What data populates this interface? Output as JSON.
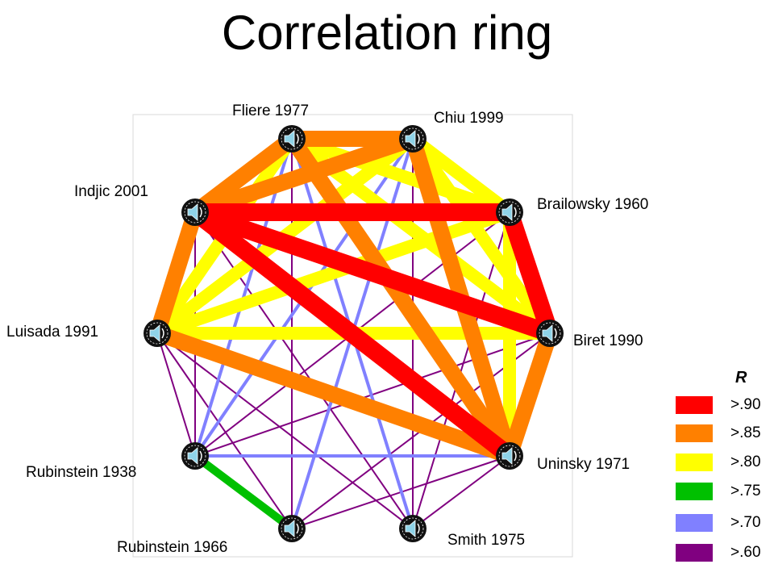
{
  "title": "Correlation ring",
  "nodes": [
    {
      "id": "fliere",
      "label": "Fliere 1977"
    },
    {
      "id": "chiu",
      "label": "Chiu 1999"
    },
    {
      "id": "brailowsky",
      "label": "Brailowsky 1960"
    },
    {
      "id": "biret",
      "label": "Biret 1990"
    },
    {
      "id": "uninsky",
      "label": "Uninsky 1971"
    },
    {
      "id": "smith",
      "label": "Smith 1975"
    },
    {
      "id": "rub1966",
      "label": "Rubinstein 1966"
    },
    {
      "id": "rub1938",
      "label": "Rubinstein 1938"
    },
    {
      "id": "luisada",
      "label": "Luisada 1991"
    },
    {
      "id": "indjic",
      "label": "Indjic 2001"
    }
  ],
  "legend": {
    "title": "R",
    "items": [
      {
        "label": ">.90",
        "color": "#ff0000"
      },
      {
        "label": ">.85",
        "color": "#ff8000"
      },
      {
        "label": ">.80",
        "color": "#ffff00"
      },
      {
        "label": ">.75",
        "color": "#00c000"
      },
      {
        "label": ">.70",
        "color": "#8080ff"
      },
      {
        "label": ">.60",
        "color": "#800080"
      }
    ]
  },
  "edges": [
    [
      "indjic",
      "brailowsky",
      ">.90"
    ],
    [
      "indjic",
      "biret",
      ">.90"
    ],
    [
      "indjic",
      "uninsky",
      ">.90"
    ],
    [
      "brailowsky",
      "biret",
      ">.90"
    ],
    [
      "fliere",
      "chiu",
      ">.85"
    ],
    [
      "fliere",
      "indjic",
      ">.85"
    ],
    [
      "fliere",
      "uninsky",
      ">.85"
    ],
    [
      "chiu",
      "indjic",
      ">.85"
    ],
    [
      "chiu",
      "uninsky",
      ">.85"
    ],
    [
      "indjic",
      "luisada",
      ">.85"
    ],
    [
      "luisada",
      "uninsky",
      ">.85"
    ],
    [
      "biret",
      "uninsky",
      ">.85"
    ],
    [
      "chiu",
      "brailowsky",
      ">.80"
    ],
    [
      "fliere",
      "biret",
      ">.80"
    ],
    [
      "fliere",
      "brailowsky",
      ">.80"
    ],
    [
      "fliere",
      "luisada",
      ">.80"
    ],
    [
      "chiu",
      "luisada",
      ">.80"
    ],
    [
      "brailowsky",
      "luisada",
      ">.80"
    ],
    [
      "luisada",
      "biret",
      ">.80"
    ],
    [
      "chiu",
      "biret",
      ">.80"
    ],
    [
      "brailowsky",
      "uninsky",
      ">.80"
    ],
    [
      "rub1938",
      "rub1966",
      ">.75"
    ],
    [
      "fliere",
      "smith",
      ">.70"
    ],
    [
      "fliere",
      "rub1938",
      ">.70"
    ],
    [
      "chiu",
      "rub1966",
      ">.70"
    ],
    [
      "chiu",
      "rub1938",
      ">.70"
    ],
    [
      "rub1938",
      "uninsky",
      ">.70"
    ],
    [
      "fliere",
      "rub1966",
      ">.60"
    ],
    [
      "chiu",
      "smith",
      ">.60"
    ],
    [
      "indjic",
      "smith",
      ">.60"
    ],
    [
      "indjic",
      "rub1938",
      ">.60"
    ],
    [
      "luisada",
      "rub1938",
      ">.60"
    ],
    [
      "luisada",
      "rub1966",
      ">.60"
    ],
    [
      "luisada",
      "smith",
      ">.60"
    ],
    [
      "brailowsky",
      "rub1938",
      ">.60"
    ],
    [
      "biret",
      "rub1938",
      ">.60"
    ],
    [
      "biret",
      "rub1966",
      ">.60"
    ],
    [
      "uninsky",
      "rub1966",
      ">.60"
    ],
    [
      "uninsky",
      "smith",
      ">.60"
    ],
    [
      "brailowsky",
      "smith",
      ">.60"
    ]
  ]
}
